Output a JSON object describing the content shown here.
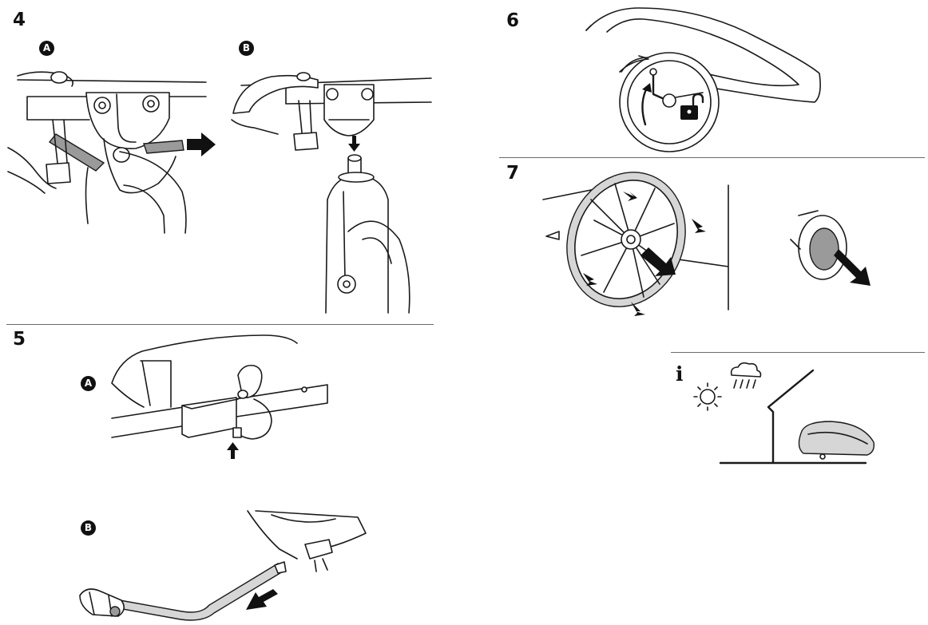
{
  "steps": {
    "s4": {
      "number": "4",
      "sub_a": "A",
      "sub_b": "B"
    },
    "s5": {
      "number": "5",
      "sub_a": "A",
      "sub_b": "B"
    },
    "s6": {
      "number": "6"
    },
    "s7": {
      "number": "7"
    }
  },
  "info_note": {
    "symbol": "i",
    "icons": [
      "sun-icon",
      "rain-cloud-icon",
      "shelter-icon",
      "trailer-stored-icon"
    ]
  },
  "colors": {
    "ink": "#111111",
    "rule": "#6b6b6b",
    "grey_fill": "#9a9a9a",
    "light_fill": "#d6d6d6"
  }
}
